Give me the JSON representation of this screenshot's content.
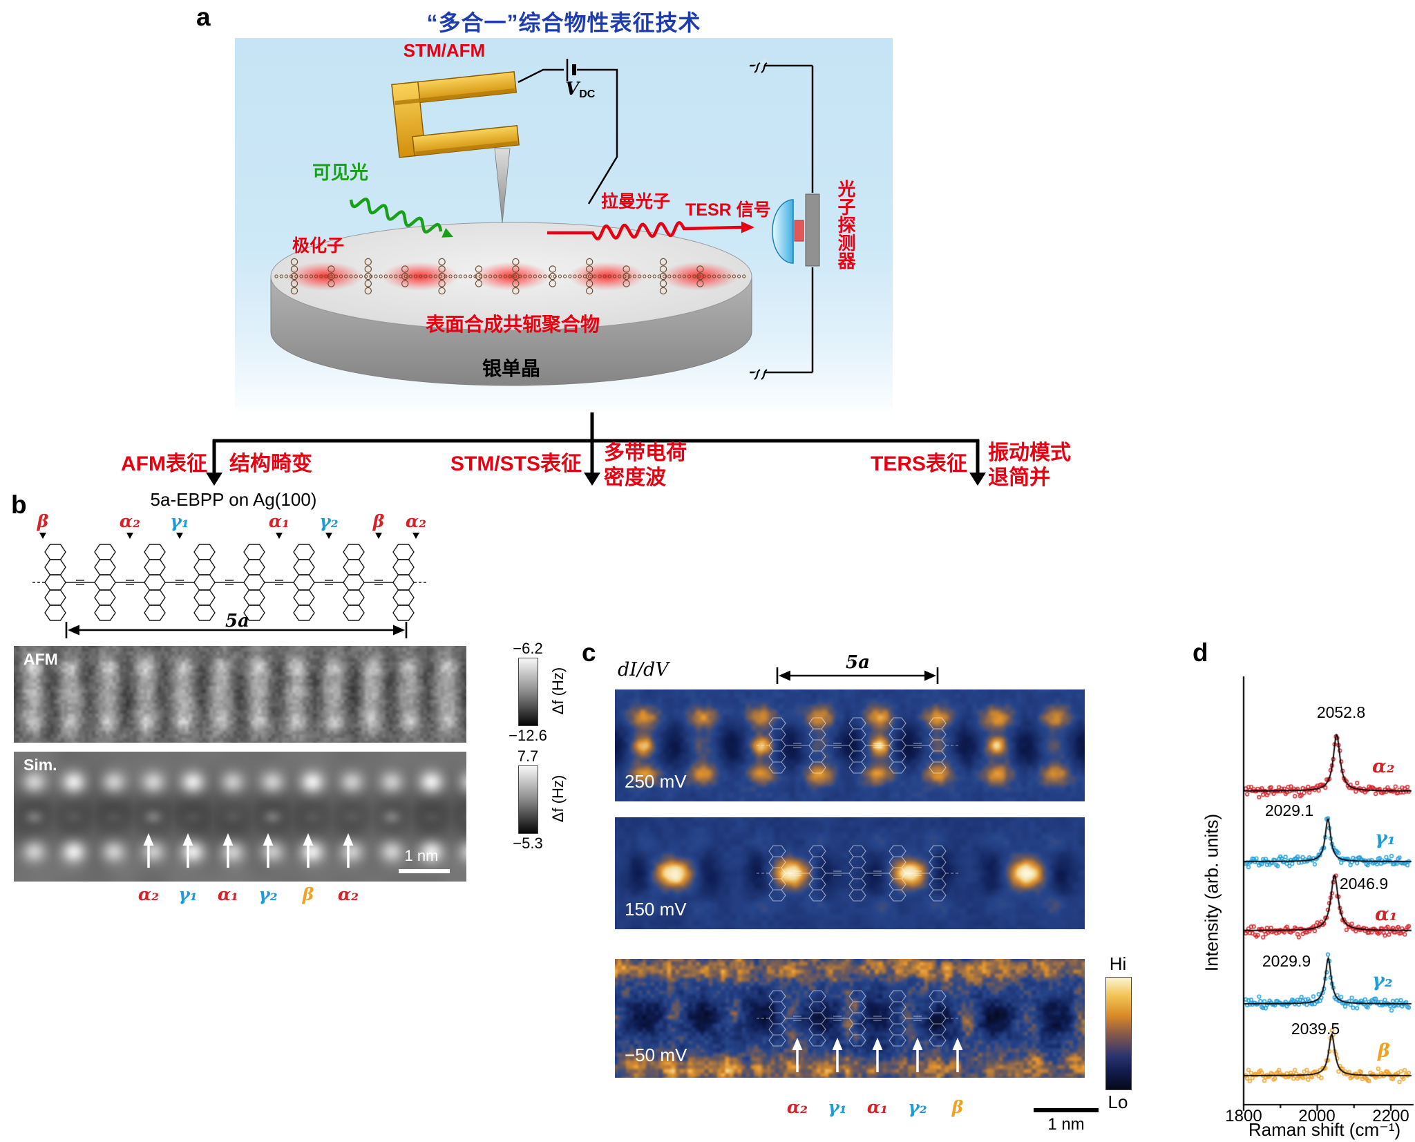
{
  "figure": {
    "title": "“多合一”综合物性表征技术",
    "panel_labels": {
      "a": "a",
      "b": "b",
      "c": "c",
      "d": "d"
    }
  },
  "panel_a": {
    "stm_afm": "STM/AFM",
    "vdc_base": "V",
    "vdc_sub": "DC",
    "visible_light": "可见光",
    "polaron": "极化子",
    "raman_photon": "拉曼光子",
    "tesr_signal": "TESR 信号",
    "polymer": "表面合成共轭聚合物",
    "substrate": "银单晶",
    "detector": "光子探测器"
  },
  "branches": [
    {
      "method": "AFM表征",
      "result_line1": "结构畸变",
      "result_line2": ""
    },
    {
      "method": "STM/STS表征",
      "result_line1": "多带电荷",
      "result_line2": "密度波"
    },
    {
      "method": "TERS表征",
      "result_line1": "振动模式",
      "result_line2": "退简并"
    }
  ],
  "panel_b": {
    "title": "5a-EBPP on Ag(100)",
    "structure_labels": [
      {
        "text": "β",
        "color": "#d5232a"
      },
      {
        "text": "α₂",
        "color": "#d5232a"
      },
      {
        "text": "γ₁",
        "color": "#1f9cd8"
      },
      {
        "text": "α₁",
        "color": "#d5232a"
      },
      {
        "text": "γ₂",
        "color": "#1f9cd8"
      },
      {
        "text": "β",
        "color": "#d5232a"
      },
      {
        "text": "α₂",
        "color": "#d5232a"
      }
    ],
    "span_label": "5a",
    "afm_label": "AFM",
    "sim_label": "Sim.",
    "afm_scale": {
      "max": "−6.2",
      "min": "−12.6",
      "unit": "Δf (Hz)"
    },
    "sim_scale": {
      "max": "7.7",
      "min": "−5.3",
      "unit": "Δf (Hz)"
    },
    "scalebar": "1 nm",
    "site_labels": [
      {
        "text": "α₂",
        "color": "#d5232a"
      },
      {
        "text": "γ₁",
        "color": "#1f9cd8"
      },
      {
        "text": "α₁",
        "color": "#d5232a"
      },
      {
        "text": "γ₂",
        "color": "#1f9cd8"
      },
      {
        "text": "β",
        "color": "#f0a128"
      },
      {
        "text": "α₂",
        "color": "#d5232a"
      }
    ]
  },
  "panel_c": {
    "map_label": "dI/dV",
    "span_label": "5a",
    "voltages": [
      "250 mV",
      "150 mV",
      "−50 mV"
    ],
    "colorbar": {
      "hi": "Hi",
      "lo": "Lo"
    },
    "scalebar": "1 nm",
    "site_labels": [
      {
        "text": "α₂",
        "color": "#d5232a"
      },
      {
        "text": "γ₁",
        "color": "#1f9cd8"
      },
      {
        "text": "α₁",
        "color": "#d5232a"
      },
      {
        "text": "γ₂",
        "color": "#1f9cd8"
      },
      {
        "text": "β",
        "color": "#f0a128"
      }
    ]
  },
  "panel_d": {
    "ylabel": "Intensity (arb. units)",
    "xlabel": "Raman shift (cm⁻¹)",
    "xticks": [
      "1800",
      "2000",
      "2200"
    ]
  },
  "chart_data": {
    "type": "line",
    "xlabel": "Raman shift (cm⁻¹)",
    "ylabel": "Intensity (arb. units)",
    "xlim": [
      1800,
      2260
    ],
    "xticks": [
      1800,
      2000,
      2200
    ],
    "layout": "five vertically offset Raman spectra (top to bottom), open-circle data points with black Lorentzian fit curves",
    "series": [
      {
        "name": "α₂",
        "peak_label": "2052.8",
        "peak_center": 2052.8,
        "color": "#d5232a"
      },
      {
        "name": "γ₁",
        "peak_label": "2029.1",
        "peak_center": 2029.1,
        "color": "#1f9cd8"
      },
      {
        "name": "α₁",
        "peak_label": "2046.9",
        "peak_center": 2046.9,
        "color": "#d5232a"
      },
      {
        "name": "γ₂",
        "peak_label": "2029.9",
        "peak_center": 2029.9,
        "color": "#1f9cd8"
      },
      {
        "name": "β",
        "peak_label": "2039.5",
        "peak_center": 2039.5,
        "color": "#f0a128"
      }
    ]
  }
}
